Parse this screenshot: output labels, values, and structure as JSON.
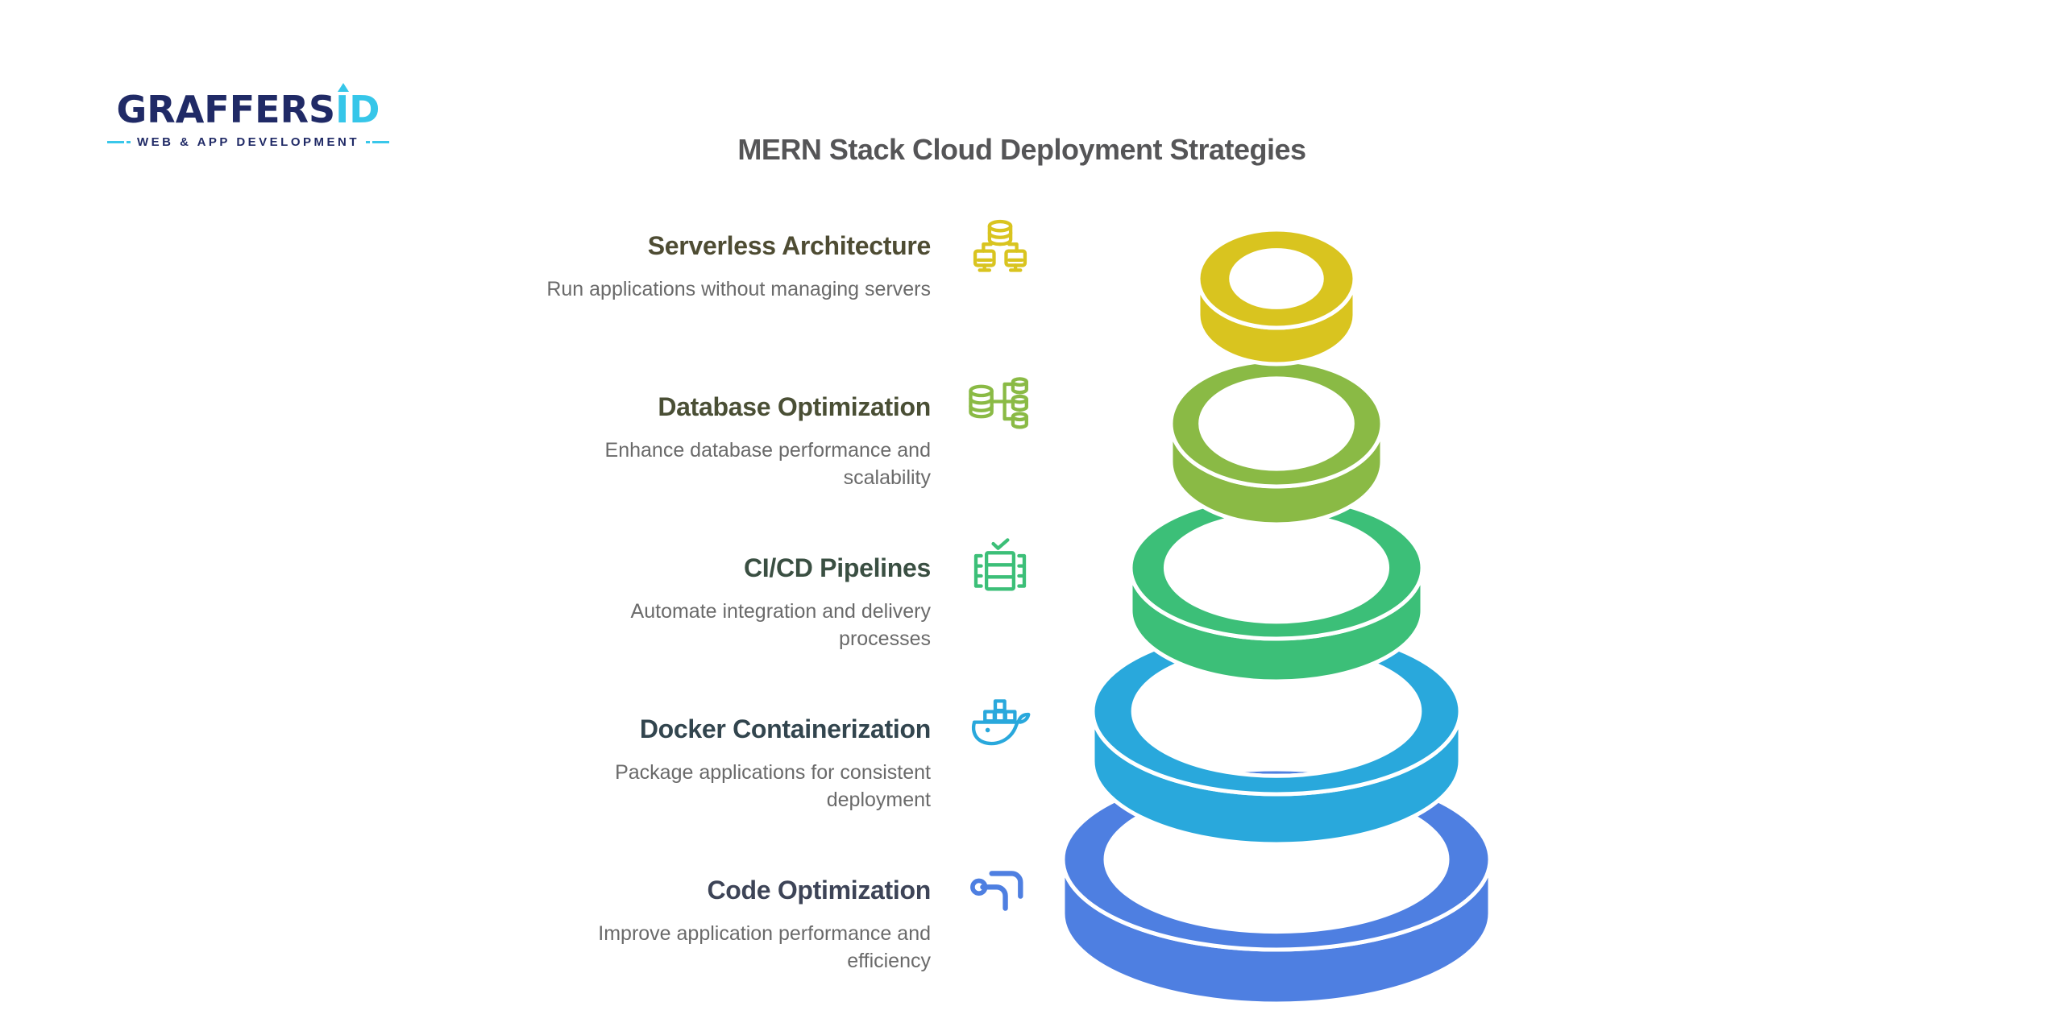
{
  "logo": {
    "brand": "GRAFFERS",
    "brand_accent": "ID",
    "tagline": "WEB & APP DEVELOPMENT",
    "navy": "#202a66",
    "cyan": "#36c6e9"
  },
  "title": "MERN Stack Cloud Deployment Strategies",
  "items": [
    {
      "heading": "Serverless Architecture",
      "description": "Run applications without managing servers",
      "icon": "server-network-icon",
      "color": "#d9c41f",
      "heading_color": "#4e4c33"
    },
    {
      "heading": "Database Optimization",
      "description": "Enhance database performance and scalability",
      "icon": "database-cluster-icon",
      "color": "#8aba45",
      "heading_color": "#4a4f35"
    },
    {
      "heading": "CI/CD Pipelines",
      "description": "Automate integration and delivery processes",
      "icon": "pipeline-server-check-icon",
      "color": "#3cbf78",
      "heading_color": "#3a4f42"
    },
    {
      "heading": "Docker Containerization",
      "description": "Package applications for consistent deployment",
      "icon": "docker-whale-icon",
      "color": "#29a8dc",
      "heading_color": "#32454e"
    },
    {
      "heading": "Code Optimization",
      "description": "Improve application performance and efficiency",
      "icon": "code-arrows-icon",
      "color": "#4e7fe1",
      "heading_color": "#3d4457"
    }
  ],
  "rings_top_to_bottom": [
    "Serverless Architecture",
    "Database Optimization",
    "CI/CD Pipelines",
    "Docker Containerization",
    "Code Optimization"
  ],
  "colors": {
    "background": "#ffffff",
    "title_text": "#555557",
    "body_text": "#6a6a6a",
    "ring_outline": "#ffffff"
  }
}
